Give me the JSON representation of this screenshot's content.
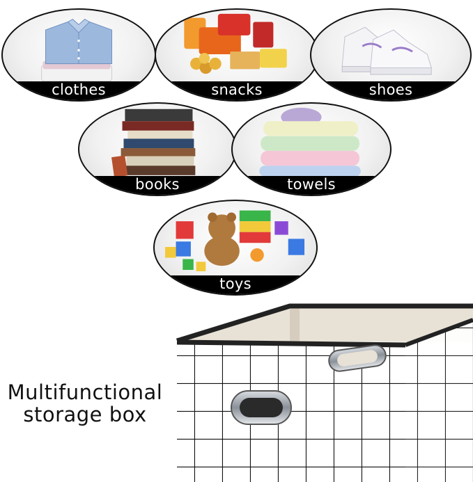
{
  "categories": {
    "clothes": {
      "label": "clothes",
      "icon": "shirt-icon"
    },
    "snacks": {
      "label": "snacks",
      "icon": "snacks-icon"
    },
    "shoes": {
      "label": "shoes",
      "icon": "sneakers-icon"
    },
    "books": {
      "label": "books",
      "icon": "books-icon"
    },
    "towels": {
      "label": "towels",
      "icon": "towels-icon"
    },
    "toys": {
      "label": "toys",
      "icon": "toys-icon"
    }
  },
  "caption": {
    "line1": "Multifunctional",
    "line2": "storage box"
  },
  "colors": {
    "band": "#000000",
    "band_text": "#ffffff",
    "grid_lines": "#111111",
    "box_interior": "#e8e1d6"
  }
}
